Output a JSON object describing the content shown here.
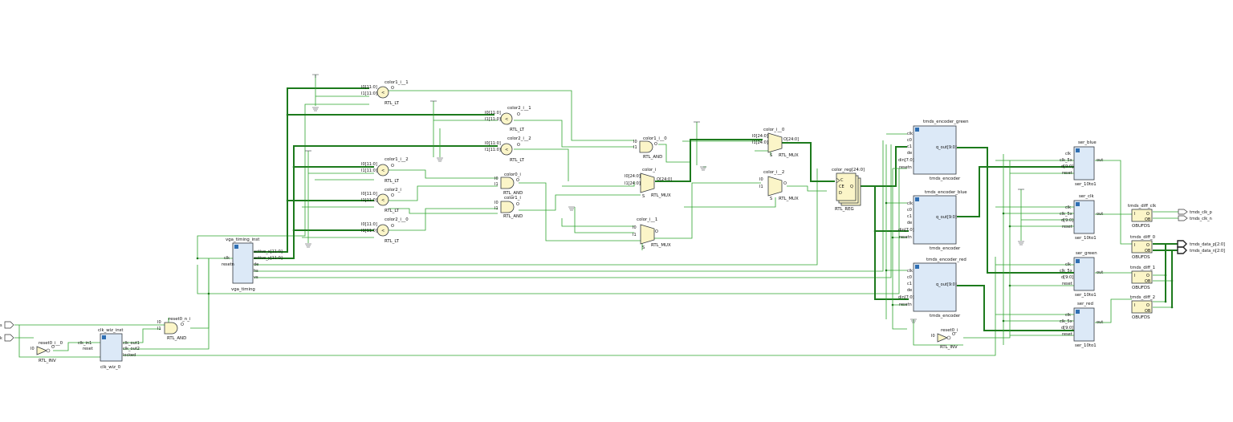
{
  "ports": {
    "inputs": [
      {
        "label": "s"
      },
      {
        "label": "k"
      }
    ],
    "outputs": [
      {
        "label": "tmds_clk_p"
      },
      {
        "label": "tmds_clk_n"
      },
      {
        "label": "tmds_data_p[2:0]"
      },
      {
        "label": "tmds_data_n[2:0]"
      }
    ]
  },
  "blocks": {
    "clk_wiz": {
      "inst": "clk_wiz_inst",
      "type": "clk_wiz_0",
      "pins_in": [
        "clk_in1",
        "reset"
      ],
      "pins_out": [
        "clk_out1",
        "clk_out2",
        "locked"
      ]
    },
    "vga": {
      "inst": "vga_timing_inst",
      "type": "vga_timing",
      "pins_in": [
        "clk",
        "resetn"
      ],
      "pins_out": [
        "active_x[11:0]",
        "active_y[11:0]",
        "de",
        "hs",
        "vs"
      ]
    },
    "enc_green": {
      "inst": "tmds_encoder_green",
      "type": "tmds_encoder",
      "pins_in": [
        "clk",
        "c0",
        "c1",
        "de",
        "din[7:0]",
        "resetn"
      ],
      "pin_out": "q_out[9:0]"
    },
    "enc_blue": {
      "inst": "tmds_encoder_blue",
      "type": "tmds_encoder",
      "pins_in": [
        "clk",
        "c0",
        "c1",
        "de",
        "din[7:0]",
        "resetn"
      ],
      "pin_out": "q_out[9:0]"
    },
    "enc_red": {
      "inst": "tmds_encoder_red",
      "type": "tmds_encoder",
      "pins_in": [
        "clk",
        "c0",
        "c1",
        "de",
        "din[7:0]",
        "resetn"
      ],
      "pin_out": "q_out[9:0]"
    },
    "ser_blue": {
      "inst": "ser_blue",
      "type": "ser_10to1",
      "pins_in": [
        "clk",
        "clk_5x",
        "d[9:0]",
        "reset"
      ],
      "pin_out": "out"
    },
    "ser_clk": {
      "inst": "ser_clk",
      "type": "ser_10to1",
      "pins_in": [
        "clk",
        "clk_5x",
        "d[9:0]",
        "reset"
      ],
      "pin_out": "out"
    },
    "ser_green": {
      "inst": "ser_green",
      "type": "ser_10to1",
      "pins_in": [
        "clk",
        "clk_5x",
        "d[9:0]",
        "reset"
      ],
      "pin_out": "out"
    },
    "ser_red": {
      "inst": "ser_red",
      "type": "ser_10to1",
      "pins_in": [
        "clk",
        "clk_5x",
        "d[9:0]",
        "reset"
      ],
      "pin_out": "out"
    }
  },
  "gates": {
    "lt": [
      {
        "inst": "color1_i__1",
        "type": "RTL_LT",
        "in0": "I0[11:0]",
        "in1": "I1[11:0]",
        "out": "O"
      },
      {
        "inst": "color2_i__1",
        "type": "RTL_LT",
        "in0": "I0[11:0]",
        "in1": "I1[11:0]",
        "out": "O"
      },
      {
        "inst": "color2_i__2",
        "type": "RTL_LT",
        "in0": "I0[11:0]",
        "in1": "I1[11:0]",
        "out": "O"
      },
      {
        "inst": "color1_i__2",
        "type": "RTL_LT",
        "in0": "I0[11:0]",
        "in1": "I1[11:0]",
        "out": "O"
      },
      {
        "inst": "color2_i",
        "type": "RTL_LT",
        "in0": "I0[11:0]",
        "in1": "I1[11:0]",
        "out": "O"
      },
      {
        "inst": "color2_i__0",
        "type": "RTL_LT",
        "in0": "I0[11:0]",
        "in1": "I1[11:0]",
        "out": "O"
      }
    ],
    "and": [
      {
        "inst": "color1_i__0",
        "type": "RTL_AND",
        "in0": "I0",
        "in1": "I1",
        "out": "O"
      },
      {
        "inst": "color0_i",
        "type": "RTL_AND",
        "in0": "I0",
        "in1": "I1",
        "out": "O"
      },
      {
        "inst": "color1_i",
        "type": "RTL_AND",
        "in0": "I0",
        "in1": "I1",
        "out": "O"
      },
      {
        "inst": "reset0_n_i",
        "type": "RTL_AND",
        "in0": "I0",
        "in1": "I1",
        "out": "O"
      }
    ],
    "mux": [
      {
        "inst": "color_i__0",
        "type": "RTL_MUX",
        "in0": "I0[24:0]",
        "in1": "I1[24:0]",
        "sel": "S",
        "out": "O[24:0]"
      },
      {
        "inst": "color_i",
        "type": "RTL_MUX",
        "in0": "I0[24:0]",
        "in1": "I1[24:0]",
        "sel": "S",
        "out": "O[24:0]"
      },
      {
        "inst": "color_i__2",
        "type": "RTL_MUX",
        "in0": "I0",
        "in1": "I1",
        "sel": "S",
        "out": "O"
      },
      {
        "inst": "color_i__1",
        "type": "RTL_MUX",
        "in0": "I0",
        "in1": "I1",
        "sel": "S",
        "out": "O"
      }
    ],
    "inv": [
      {
        "inst": "reset0_i__0",
        "type": "RTL_INV",
        "in": "I0",
        "out": "O"
      },
      {
        "inst": "reset0_i",
        "type": "RTL_INV",
        "in": "I0",
        "out": "O"
      }
    ],
    "reg": {
      "inst": "color_reg[24:0]",
      "type": "RTL_REG",
      "pins": [
        "C",
        "CE",
        "D"
      ],
      "out": "Q"
    },
    "obuf": [
      {
        "inst": "tmds_diff_clk",
        "type": "OBUFDS",
        "in": "I",
        "out1": "O",
        "out2": "OB"
      },
      {
        "inst": "tmds_diff_0",
        "type": "OBUFDS",
        "in": "I",
        "out1": "O",
        "out2": "OB"
      },
      {
        "inst": "tmds_diff_1",
        "type": "OBUFDS",
        "in": "I",
        "out1": "O",
        "out2": "OB"
      },
      {
        "inst": "tmds_diff_2",
        "type": "OBUFDS",
        "in": "I",
        "out1": "O",
        "out2": "OB"
      }
    ]
  },
  "colors": {
    "net": "#2ea52e",
    "bus": "#1d7a1d",
    "block_fill": "#dce9f7",
    "gate_fill": "#fbf5c8",
    "outline": "#33393f"
  },
  "icons": {
    "block_expand": "plus-box-icon",
    "ground": "ground-icon",
    "port_in": "input-port-icon",
    "port_out": "output-port-icon"
  }
}
